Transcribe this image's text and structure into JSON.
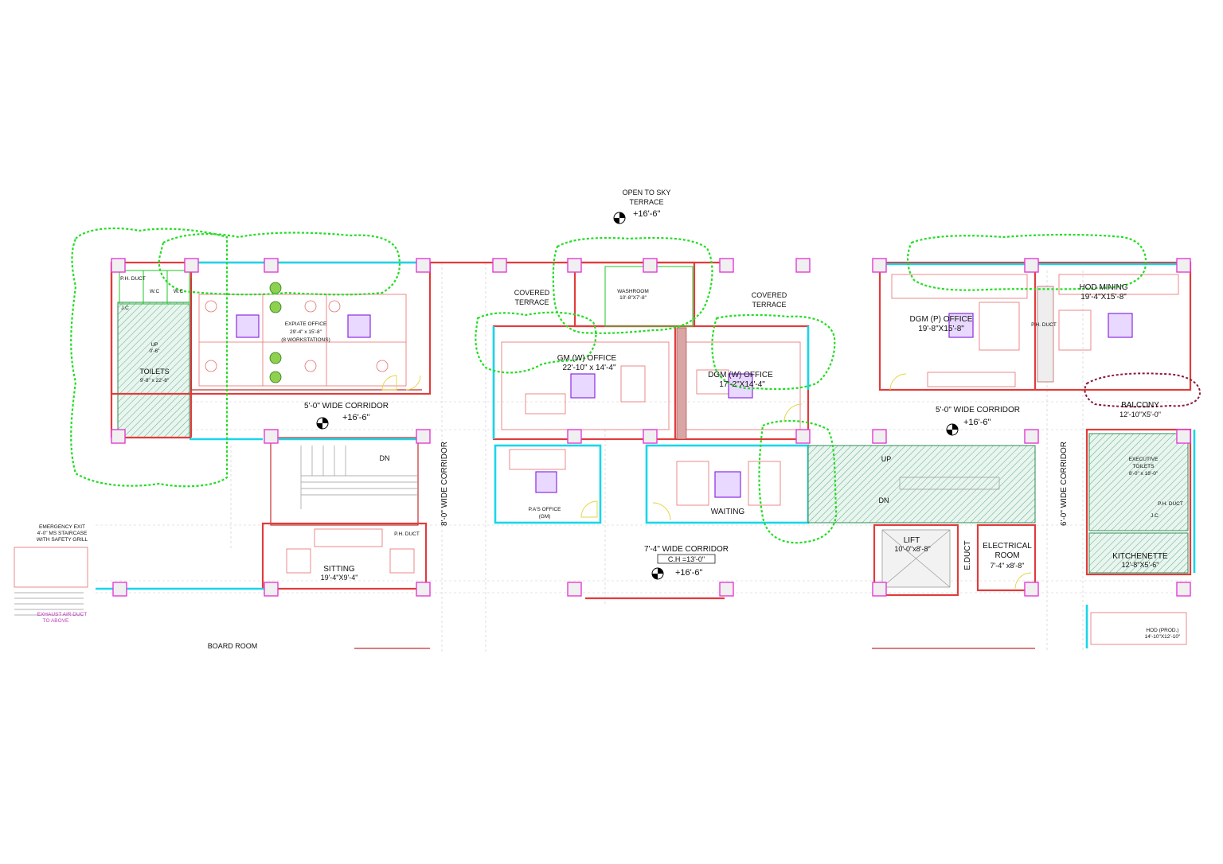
{
  "drawing": {
    "top_label": {
      "line1": "OPEN TO SKY",
      "line2": "TERRACE",
      "level": "+16'-6\""
    },
    "covered_terrace_left": {
      "line1": "COVERED",
      "line2": "TERRACE"
    },
    "covered_terrace_right": {
      "line1": "COVERED",
      "line2": "TERRACE"
    },
    "rooms": {
      "wc_ph_duct": "P.H. DUCT",
      "wc1": "W.C",
      "wc2": "W.C",
      "jc_left": "J.C",
      "up": "UP",
      "up_dim": "0'-6\"",
      "toilets": "TOILETS",
      "toilets_dim": "9'-8\" x 22'-8\"",
      "expiate_office": "EXPIATE OFFICE",
      "expiate_dim": "29'-4\" x 15'-8\"",
      "expiate_note": "(8 WORKSTATIONS)",
      "washroom": "WASHROOM",
      "washroom_dim": "10'-8\"X7'-8\"",
      "gm_office": "GM (W) OFFICE",
      "gm_dim": "22'-10\" x 14'-4\"",
      "dgm_w_office": "DGM (W) OFFICE",
      "dgm_w_dim": "17'-2\"X14'-4\"",
      "dgm_p_office": "DGM (P) OFFICE",
      "dgm_p_dim": "19'-8\"X15'-8\"",
      "hod_mining": "HOD MINING",
      "hod_mining_dim": "19'-4\"X15'-8\"",
      "ph_duct_right": "P.H. DUCT",
      "balcony": "BALCONY",
      "balcony_dim": "12'-10\"X5'-0\"",
      "pa_office": "P.A'S OFFICE",
      "pa_office_sub": "(GM)",
      "waiting": "WAITING",
      "sitting": "SITTING",
      "sitting_dim": "19'-4\"X9'-4\"",
      "ph_duct_sitting": "P.H. DUCT",
      "lift": "LIFT",
      "lift_dim": "10'-0\"x8'-8\"",
      "e_duct": "E.DUCT",
      "electrical_room": "ELECTRICAL",
      "electrical_room2": "ROOM",
      "electrical_dim": "7'-4\" x8'-8\"",
      "exec_toilets": "EXECUTIVE",
      "exec_toilets2": "TOILETS",
      "exec_dim": "8'-0\" x 18'-0\"",
      "ph_duct_exec": "P.H. DUCT",
      "jc_right": "J.C",
      "kitchenette": "KITCHENETTE",
      "kitchenette_dim": "12'-8\"X5'-6\"",
      "hod_prod": "HOD (PROD.)",
      "hod_prod_dim": "14'-10\"X12'-10\"",
      "board_room": "BOARD ROOM",
      "emergency_exit": "EMERGENCY EXIT",
      "emergency_sub1": "4'-0\" MS STAIRCASE",
      "emergency_sub2": "WITH SAFETY GRILL",
      "exhaust1": "EXHAUST AIR DUCT",
      "exhaust2": "TO ABOVE",
      "stair_up": "UP",
      "stair_dn": "DN",
      "stair_dn_left": "DN"
    },
    "corridors": {
      "left": "5'-0\" WIDE CORRIDOR",
      "left_level": "+16'-6\"",
      "right": "5'-0\" WIDE CORRIDOR",
      "right_level": "+16'-6\"",
      "vertical_left": "8'-0\" WIDE CORRIDOR",
      "vertical_right": "6'-0\" WIDE CORRIDOR",
      "bottom": "7'-4\" WIDE CORRIDOR",
      "bottom_ch": "C.H  =13'-0\"",
      "bottom_level": "+16'-6\""
    }
  }
}
